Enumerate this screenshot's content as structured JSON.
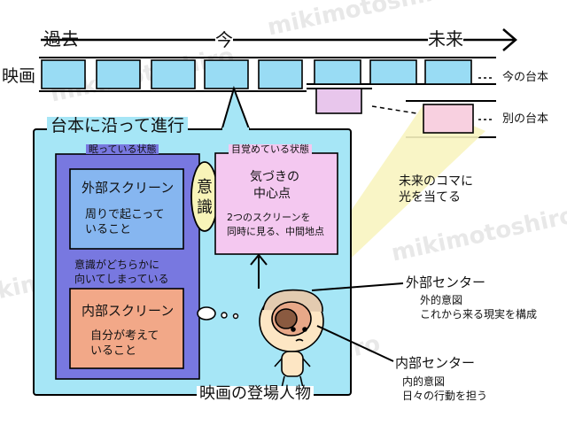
{
  "timeline": {
    "past": "過去",
    "now": "今",
    "future": "未来"
  },
  "film_label": "映画",
  "right_labels": {
    "current_script": "今の台本",
    "alt_script": "別の台本"
  },
  "callout_title": "台本に沿って進行",
  "sleeping_state": "眠っている状態",
  "awake_state": "目覚めている状態",
  "outer_screen": {
    "title": "外部スクリーン",
    "desc1": "周りで起こって",
    "desc2": "いること"
  },
  "middle_note": {
    "line1": "意識がどちらかに",
    "line2": "向いてしまっている"
  },
  "inner_screen": {
    "title": "内部スクリーン",
    "desc1": "自分が考えて",
    "desc2": "いること"
  },
  "consciousness": {
    "char1": "意",
    "char2": "識"
  },
  "center_point": {
    "title1": "気づきの",
    "title2": "中心点",
    "desc1": "2つのスクリーンを",
    "desc2": "同時に見る、中間地点"
  },
  "future_light": {
    "line1": "未来のコマに",
    "line2": "光を当てる"
  },
  "outer_center": {
    "title": "外部センター",
    "line1": "外的意図",
    "line2": "これから来る現実を構成"
  },
  "inner_center": {
    "title": "内部センター",
    "line1": "内的意図",
    "line2": "日々の行動を担う"
  },
  "character_label": "映画の登場人物",
  "watermark": "mikimotoshiro",
  "colors": {
    "frame_blue": "#99dcf4",
    "panel_cyan": "#a6e6f6",
    "inner_panel": "#7878e0",
    "outer_screen": "#86b6f0",
    "inner_screen": "#f2a888",
    "center_pink": "#f4c8f0",
    "alt_frame": "#f8d0e0",
    "light_beam": "#f8f4c0",
    "consciousness_oval": "#f8f4b8"
  }
}
